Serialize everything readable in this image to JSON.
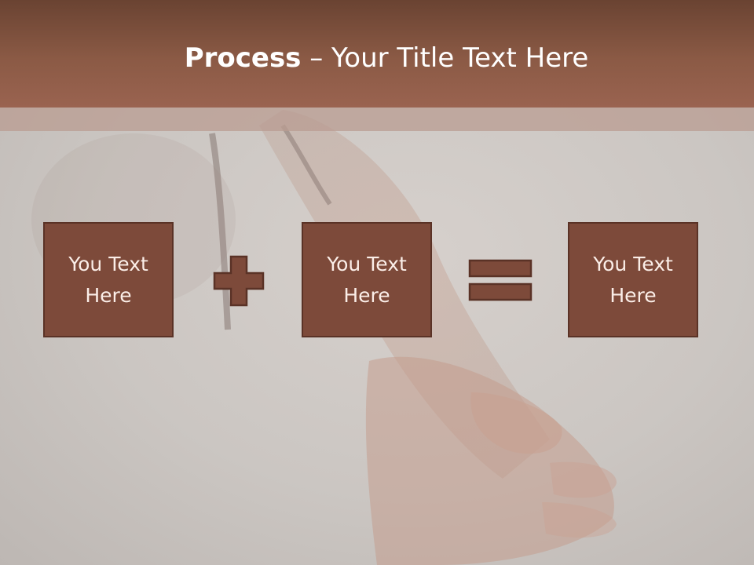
{
  "slide": {
    "title_bold": "Process",
    "title_rest": " – Your Title Text Here",
    "boxes": [
      {
        "text": "You Text Here"
      },
      {
        "text": "You Text Here"
      },
      {
        "text": "You Text Here"
      }
    ],
    "operators": [
      "plus-icon",
      "equals-icon"
    ]
  },
  "colors": {
    "title_bar": "#8b5a45",
    "box_fill": "#7d4a3a",
    "box_border": "#5a3226",
    "box_text": "#fbeee8",
    "background": "#cbc6c2"
  }
}
